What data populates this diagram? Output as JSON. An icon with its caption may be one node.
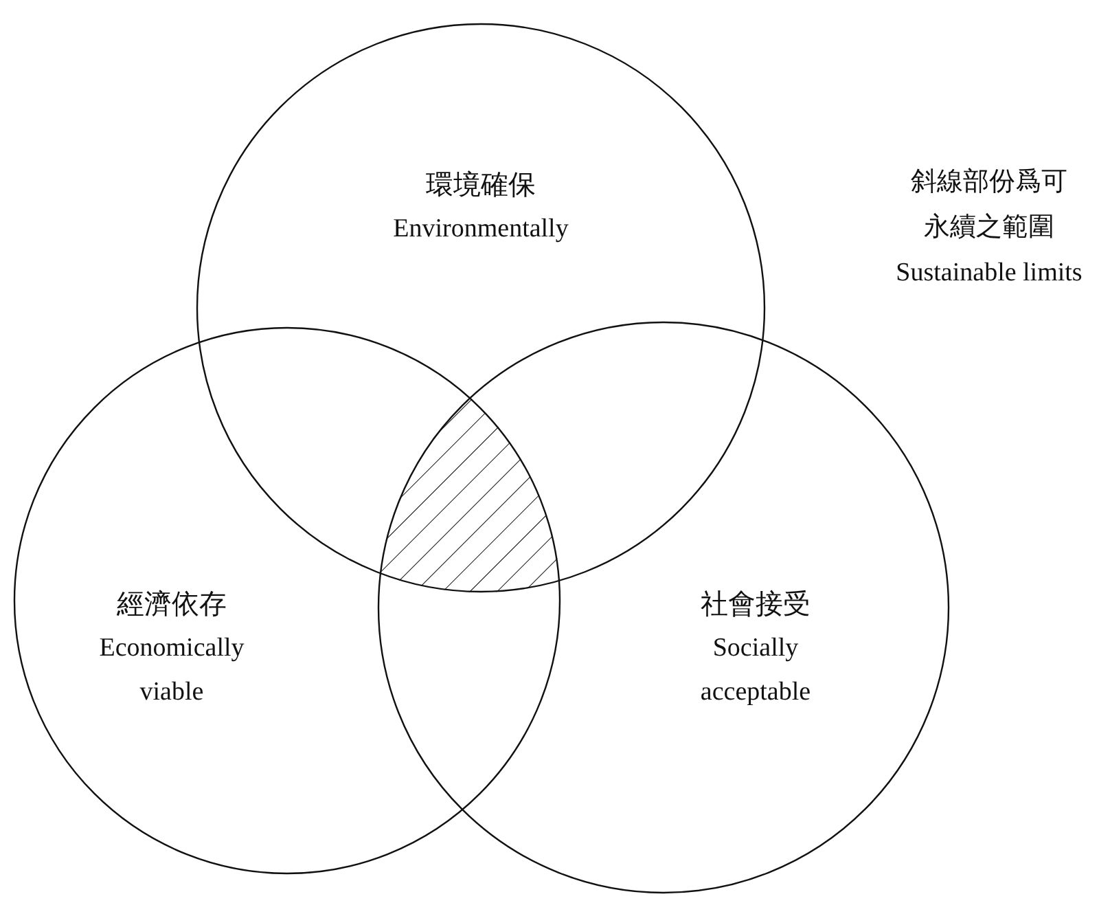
{
  "diagram": {
    "nodes": [
      {
        "text": [
          "環境確保",
          "Environmentally"
        ]
      },
      {
        "text": [
          "經濟依存",
          "Economically viable"
        ]
      },
      {
        "text": [
          "社會接受",
          "Socially acceptable"
        ]
      }
    ],
    "labels": [
      "斜線部份爲可永續之範圍",
      "Sustainable limits"
    ]
  }
}
